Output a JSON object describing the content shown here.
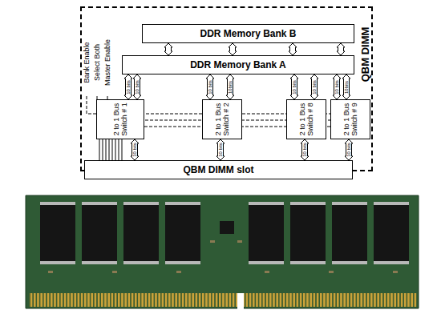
{
  "diagram": {
    "nodes": [
      {
        "text": [
          "QBM DIMM"
        ]
      },
      {
        "text": [
          "DDR Memory Bank B"
        ],
        "in": 0
      },
      {
        "text": [
          "DDR Memory Bank A"
        ],
        "in": 0
      },
      {
        "text": [
          "2 to 1 Bus Switch # 1"
        ],
        "in": 0
      },
      {
        "text": [
          "2 to 1 Bus Switch # 2"
        ],
        "in": 0
      },
      {
        "text": [
          "2 to 1 Bus Switch # 8"
        ],
        "in": 0
      },
      {
        "text": [
          "2 to 1 Bus Switch # 9"
        ],
        "in": 0
      },
      {
        "text": [
          "QBM DIMM slot"
        ]
      }
    ],
    "edges": [
      {
        "from": 1,
        "to": 2,
        "arrow": "both"
      },
      {
        "from": 1,
        "to": 2,
        "arrow": "both"
      },
      {
        "from": 1,
        "to": 2,
        "arrow": "both"
      },
      {
        "from": 1,
        "to": 2,
        "arrow": "both"
      },
      {
        "from": 2,
        "to": 3,
        "arrow": "both",
        "label": "10 bits"
      },
      {
        "from": 2,
        "to": 3,
        "arrow": "both",
        "label": "10 bits"
      },
      {
        "from": 2,
        "to": 4,
        "arrow": "both",
        "label": "10 bits"
      },
      {
        "from": 2,
        "to": 4,
        "arrow": "both",
        "label": "10bits"
      },
      {
        "from": 2,
        "to": 5,
        "arrow": "both",
        "label": "10 bits"
      },
      {
        "from": 2,
        "to": 5,
        "arrow": "both",
        "label": "10 bits"
      },
      {
        "from": 2,
        "to": 6,
        "arrow": "both",
        "label": "10 bits"
      },
      {
        "from": 2,
        "to": 6,
        "arrow": "both",
        "label": "10bits"
      },
      {
        "from": 3,
        "to": 7,
        "arrow": "both",
        "label": "10 bits"
      },
      {
        "from": 4,
        "to": 7,
        "arrow": "both",
        "label": "10 bits"
      },
      {
        "from": 5,
        "to": 7,
        "arrow": "both",
        "label": "10 bits"
      },
      {
        "from": 6,
        "to": 7,
        "arrow": "both",
        "label": "10 bits"
      }
    ],
    "labels": [
      "Bank Enable",
      "Select Both",
      "Master Enable"
    ]
  }
}
